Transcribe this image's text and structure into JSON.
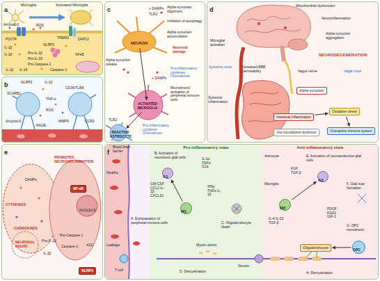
{
  "diagram": {
    "nodes": [
      {
        "text": [
          "a"
        ]
      },
      {
        "text": [
          "c"
        ]
      },
      {
        "text": [
          "NEURON"
        ],
        "in": 1
      },
      {
        "text": [
          "ACTIVATED MICROGLIA"
        ],
        "in": 1
      },
      {
        "text": [
          "REACTIVE ASTROCYTE"
        ],
        "in": 1
      },
      {
        "text": [
          "d"
        ]
      },
      {
        "text": [
          "Alpha-synuclein"
        ],
        "in": 5
      },
      {
        "text": [
          "Intestinal inflammation"
        ],
        "in": 5
      },
      {
        "text": [
          "Oxidative stress"
        ],
        "in": 5
      },
      {
        "text": [
          "Gut microbiome dysbiosis"
        ],
        "in": 5
      },
      {
        "text": [
          "Overactive immune system"
        ],
        "in": 5
      },
      {
        "text": [
          "b"
        ]
      },
      {
        "text": [
          "e"
        ]
      },
      {
        "text": [
          "NF-κB"
        ],
        "in": 12
      },
      {
        "text": [
          "NLRP3"
        ],
        "in": 12
      },
      {
        "text": [
          "f"
        ]
      },
      {
        "text": [
          "Pro-inflammatory state"
        ],
        "in": 15
      },
      {
        "text": [
          "A1"
        ],
        "in": 16
      },
      {
        "text": [
          "M1"
        ],
        "in": 16
      },
      {
        "text": [
          "Anti-inflammatory state"
        ],
        "in": 15
      },
      {
        "text": [
          "A2"
        ],
        "in": 19
      },
      {
        "text": [
          "M2"
        ],
        "in": 19
      },
      {
        "text": [
          "OPC"
        ],
        "in": 19
      },
      {
        "text": [
          "Oligodendrocyte"
        ],
        "in": 19
      }
    ],
    "edges": [
      {
        "from": 2,
        "to": 3,
        "arrow": "to"
      },
      {
        "from": 3,
        "to": 4,
        "arrow": "to"
      },
      {
        "from": 7,
        "to": 8,
        "arrow": "to"
      },
      {
        "from": 8,
        "to": 10,
        "arrow": "to"
      },
      {
        "from": 18,
        "to": 17,
        "arrow": "to"
      },
      {
        "from": 21,
        "to": 20,
        "arrow": "to"
      },
      {
        "from": 22,
        "to": 23,
        "arrow": "to"
      }
    ],
    "labels": [
      "Microglia",
      "Activated Microglia",
      "Amyloid-β",
      "ROS",
      "P2X7R",
      "TREM2",
      "DAP12",
      "NLRP3",
      "IL-1β",
      "IL-18",
      "Pro-IL-1β",
      "Pro-IL-18",
      "Pro-Caspase 1",
      "NFκB",
      "IL-1β",
      "IL-18",
      "Caspase-1",
      "NLRP3",
      "IL-1β",
      "CD36/TLR4",
      "SCARB1",
      "TNF-α",
      "ROS",
      "CCR2",
      "MMP9",
      "Amyloid-β",
      "RAGE",
      "+ DAMPs",
      "TLR2",
      "Alpha-synuclein oligomers",
      "Inhibition of autophagy",
      "Alpha-synuclein accumulation",
      "Neuronal damage",
      "Alpha-synuclein release",
      "+ DAMPs",
      "Pro-inflammatory cytokines Chemokines",
      "Recruitment/ activation of peripheral immune cells",
      "TLR2",
      "Pro-inflammatory cytokines Chemokines",
      "Mitochondrial dysfunction",
      "Neuroinflammation",
      "Microglial activation",
      "Alpha-synuclein aggregation",
      "NEURODEGENERATION",
      "Systemic route",
      "Increased BBB permeability",
      "Vagus nerve",
      "Vagal route",
      "Systemic inflammation",
      "CYTOKINES",
      "DAMPs",
      "CHEMOKINES",
      "NEURONAL INJURY",
      "PROMOTES NEUROINFLAMMATION",
      "NUCLEUS",
      "Pro-IL-1β",
      "Pro-Caspase 1",
      "Caspase-1",
      "IL-1β",
      "ASC",
      "Blood brain barrier",
      "Healthy",
      "Leakage",
      "B. Activation of neurotoxic glial cells",
      "IL-1α TNFα C1q",
      "GM-CSF CCL2 IL-1β CXCL10",
      "IFNγ TNFα IL-1β",
      "A. Extravasation of peripheral immune cells",
      "C. Oligodendrocyte death",
      "T cell",
      "Myelin debris",
      "D. Demyelination",
      "Neuron",
      "Astrocyte",
      "E. Activation of neuroprotective glial cells",
      "FGF TGF-β",
      "Microglia",
      "F. Glial scar formation",
      "IL-4 IL-10 TGF-β",
      "PDGF FGF2 IGF-1",
      "G. OPC recruitment",
      "H. Remyelination"
    ]
  }
}
